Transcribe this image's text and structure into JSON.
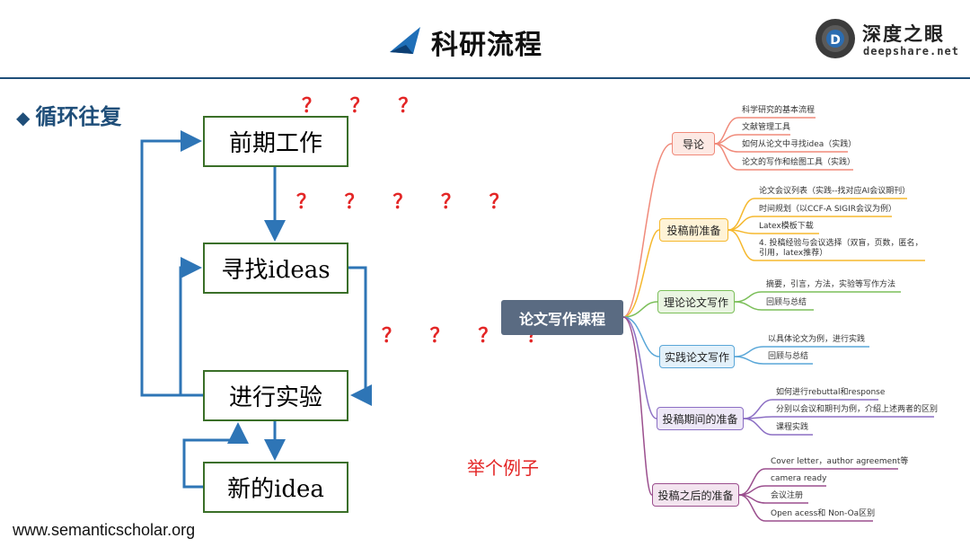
{
  "header": {
    "title": "科研流程",
    "logo_cn": "深度之眼",
    "logo_en": "deepshare.net"
  },
  "section_heading": "循环往复",
  "flow": {
    "boxes": [
      "前期工作",
      "寻找ideas",
      "进行实验",
      "新的idea"
    ],
    "question_marks": [
      "？ ？ ？",
      "？ ？ ？ ？ ？",
      "？ ？ ？ ？"
    ]
  },
  "example_label": "举个例子",
  "footer_url": "www.semanticscholar.org",
  "mindmap": {
    "center": "论文写作课程",
    "branches": [
      {
        "label": "导论",
        "color": "#f08a7a",
        "fill": "#fde9e4",
        "leaves": [
          "科学研究的基本流程",
          "文献管理工具",
          "如何从论文中寻找idea（实践）",
          "论文的写作和绘图工具（实践）"
        ]
      },
      {
        "label": "投稿前准备",
        "color": "#f5b82e",
        "fill": "#fff3d6",
        "leaves": [
          "论文会议列表（实践--找对应AI会议期刊）",
          "时间规划（以CCF-A SIGIR会议为例）",
          "Latex模板下载",
          "4. 投稿经验与会议选择（双盲，页数，匿名，引用，latex推荐）"
        ]
      },
      {
        "label": "理论论文写作",
        "color": "#7cbf5a",
        "fill": "#eaf5e2",
        "leaves": [
          "摘要，引言，方法，实验等写作方法",
          "回顾与总结"
        ]
      },
      {
        "label": "实践论文写作",
        "color": "#5aa7d8",
        "fill": "#e3f1fa",
        "leaves": [
          "以具体论文为例，进行实践",
          "回顾与总结"
        ]
      },
      {
        "label": "投稿期间的准备",
        "color": "#8c6fc4",
        "fill": "#eee8f7",
        "leaves": [
          "如何进行rebuttal和response",
          "分别以会议和期刊为例，介绍上述两者的区别",
          "课程实践"
        ]
      },
      {
        "label": "投稿之后的准备",
        "color": "#9b4f8e",
        "fill": "#f3e4ef",
        "leaves": [
          "Cover letter，author agreement等",
          "camera ready",
          "会议注册",
          "Open acess和 Non-Oa区别"
        ]
      }
    ]
  },
  "colors": {
    "accent_blue": "#1f4e79",
    "arrow_blue": "#2e75b6",
    "box_border_green": "#3a6f28",
    "question_red": "#e32626"
  }
}
